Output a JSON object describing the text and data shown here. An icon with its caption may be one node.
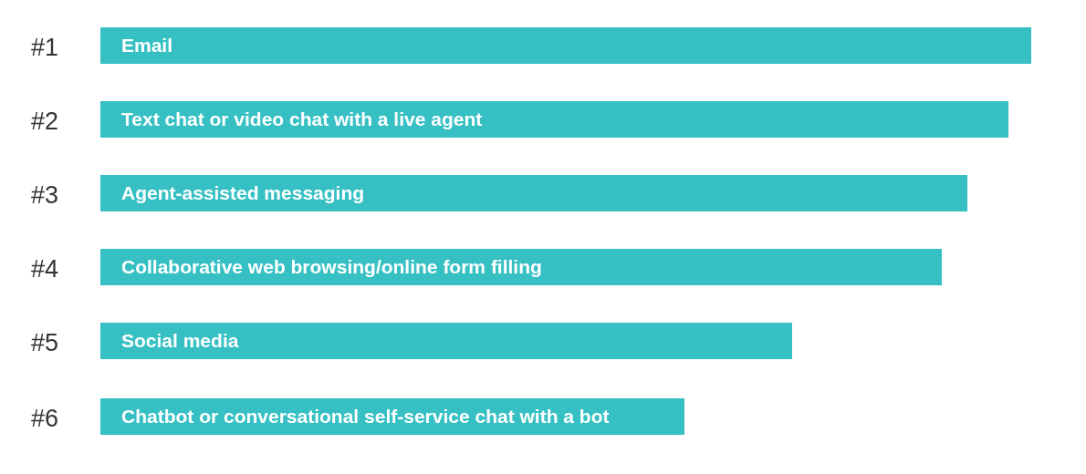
{
  "diagram": {
    "nodes": [
      {
        "text": [
          "Email"
        ]
      },
      {
        "text": [
          "Text chat or video chat with a live agent"
        ]
      },
      {
        "text": [
          "Agent-assisted messaging"
        ]
      },
      {
        "text": [
          "Collaborative web browsing/online form filling"
        ]
      },
      {
        "text": [
          "Social media"
        ]
      },
      {
        "text": [
          "Chatbot or conversational self-service chat with a bot"
        ]
      }
    ],
    "labels": [
      "#1",
      "#2",
      "#3",
      "#4",
      "#5",
      "#6"
    ]
  }
}
